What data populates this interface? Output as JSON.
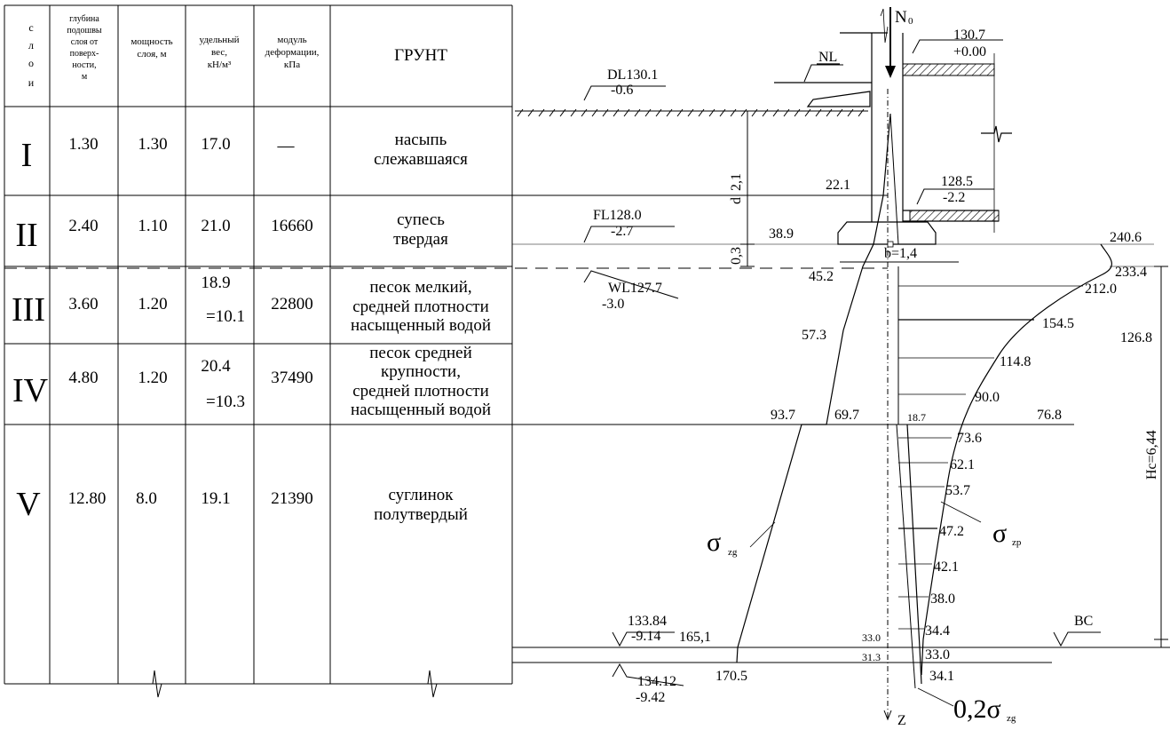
{
  "table": {
    "headers": {
      "layers": [
        "с",
        "л",
        "о",
        "и"
      ],
      "depth": [
        "глубина",
        "подошвы",
        "слоя от",
        "поверх-",
        "ности,",
        "м"
      ],
      "thickness": [
        "мощность",
        "слоя, м"
      ],
      "unit_weight": [
        "удельный",
        "вес,",
        "кН/м³"
      ],
      "modulus": [
        "модуль",
        "деформации,",
        "кПа"
      ],
      "soil": "ГРУНТ"
    },
    "rows": [
      {
        "layer": "I",
        "depth": "1.30",
        "thickness": "1.30",
        "gamma": "17.0",
        "gamma_sb": "",
        "modulus": "—",
        "soil": [
          "насыпь",
          "слежавшаяся"
        ]
      },
      {
        "layer": "II",
        "depth": "2.40",
        "thickness": "1.10",
        "gamma": "21.0",
        "gamma_sb": "",
        "modulus": "16660",
        "soil": [
          "супесь",
          "твердая"
        ]
      },
      {
        "layer": "III",
        "depth": "3.60",
        "thickness": "1.20",
        "gamma": "18.9",
        "gamma_sb": "=10.1",
        "modulus": "22800",
        "soil": [
          "песок мелкий,",
          "средней плотности",
          "насыщенный водой"
        ]
      },
      {
        "layer": "IV",
        "depth": "4.80",
        "thickness": "1.20",
        "gamma": "20.4",
        "gamma_sb": "=10.3",
        "modulus": "37490",
        "soil": [
          "песок средней",
          "крупности,",
          "средней плотности",
          "насыщенный водой"
        ]
      },
      {
        "layer": "V",
        "depth": "12.80",
        "thickness": "8.0",
        "gamma": "19.1",
        "gamma_sb": "",
        "modulus": "21390",
        "soil": [
          "суглинок",
          "полутвердый"
        ]
      }
    ]
  },
  "levels": {
    "dl": {
      "mark": "DL130.1",
      "rel": "-0.6"
    },
    "fl": {
      "mark": "FL128.0",
      "rel": "-2.7"
    },
    "wl": {
      "mark": "WL127.7",
      "rel": "-3.0"
    },
    "top": {
      "mark": "130.7",
      "rel": "+0.00"
    },
    "floor": {
      "mark": "128.5",
      "rel": "-2.2"
    },
    "bc1": {
      "mark": "133.84",
      "rel": "-9.14"
    },
    "bc2": {
      "mark": "134.12",
      "rel": "-9.42"
    }
  },
  "labels": {
    "n": "N",
    "n_sub": "0",
    "nl": "NL",
    "d": "d",
    "d_value": "2,1",
    "dim_03": "0,3",
    "b": "b=1,4",
    "hc": "Hc=6,44",
    "bc": "ВС",
    "z": "Z",
    "sigma": "σ",
    "sub_zg": "zg",
    "sub_zp": "zp",
    "coef": "0,2σ"
  },
  "sigma_zg_values": [
    "22.1",
    "38.9",
    "45.2",
    "57.3",
    "69.7",
    "93.7",
    "165,1",
    "170.5"
  ],
  "sigma_zp_values": [
    "240.6",
    "233.4",
    "212.0",
    "154.5",
    "114.8",
    "90.0",
    "73.6",
    "62.1",
    "53.7",
    "47.2",
    "42.1",
    "38.0",
    "34.4",
    "33.0",
    "34.1"
  ],
  "other_values": [
    "126.8",
    "76.8",
    "18.7",
    "33.0",
    "31.3"
  ]
}
